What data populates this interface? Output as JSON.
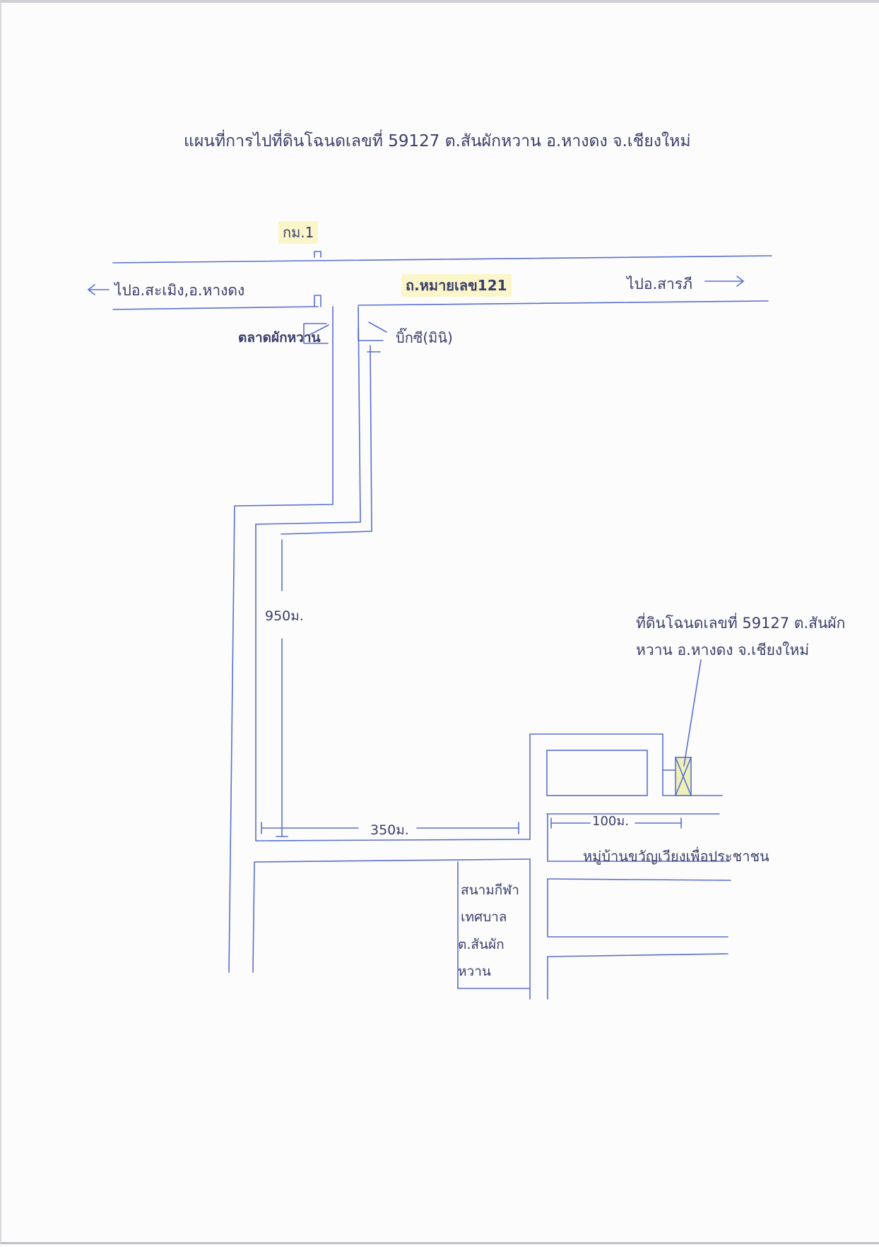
{
  "document": {
    "title": "แผนที่การไปที่ดินโฉนดเลขที่ 59127 ต.สันผักหวาน อ.หางดง จ.เชียงใหม่"
  },
  "labels": {
    "km_marker": "กม.1",
    "road_name": "ถ.หมายเลข121",
    "to_west": "ไปอ.สะเมิง,อ.หางดง",
    "to_east": "ไปอ.สารภี",
    "market": "ตลาดผักหวาน",
    "bigc": "บิ๊กซี(มินิ)",
    "dist_950": "950ม.",
    "dist_350": "350ม.",
    "dist_100": "100ม.",
    "land_line1": "ที่ดินโฉนดเลขที่ 59127 ต.สันผัก",
    "land_line2": "หวาน อ.หางดง จ.เชียงใหม่",
    "village": "หมู่บ้านขวัญเวียงเพื่อประชาชน",
    "stadium_line1": "สนามกีฬา",
    "stadium_line2": "เทศบาล",
    "stadium_line3": "ต.สันผัก",
    "stadium_line4": "หวาน"
  },
  "colors": {
    "ink": "#5a6fd0",
    "highlight": "#fbf6c9",
    "land_fill": "#eef0b8"
  }
}
